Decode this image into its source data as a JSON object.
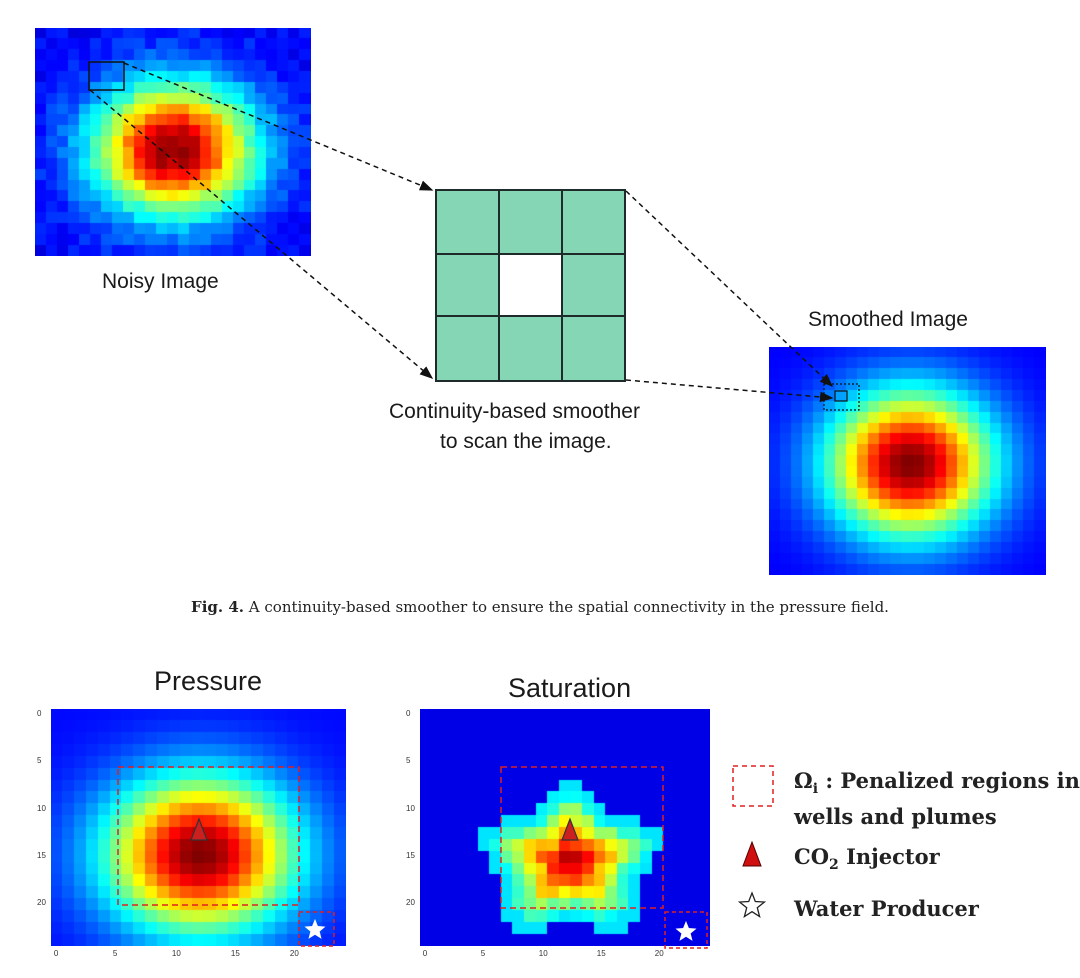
{
  "figure4": {
    "noisy_label": "Noisy Image",
    "smoothed_label": "Smoothed Image",
    "smoother_label_line1": "Continuity-based smoother",
    "smoother_label_line2": "to scan the image.",
    "caption_prefix": "Fig. 4.",
    "caption_text": "A continuity-based smoother to ensure the spatial connectivity in the pressure field."
  },
  "figure5": {
    "pressure_title": "Pressure",
    "saturation_title": "Saturation",
    "x_ticks": [
      "0",
      "5",
      "10",
      "15",
      "20"
    ],
    "y_ticks": [
      "0",
      "5",
      "10",
      "15",
      "20"
    ],
    "legend": {
      "omega_symbol": "Ω",
      "omega_sub": "i",
      "omega_text_line1": " : Penalized regions in",
      "omega_text_line2": "wells and plumes",
      "injector_prefix": "CO",
      "injector_sub": "2",
      "injector_suffix": " Injector",
      "producer": "Water Producer"
    }
  },
  "colors": {
    "kernel_fill": "#84d6b4",
    "penalty_box": "#e02020",
    "injector": "#d01010"
  }
}
